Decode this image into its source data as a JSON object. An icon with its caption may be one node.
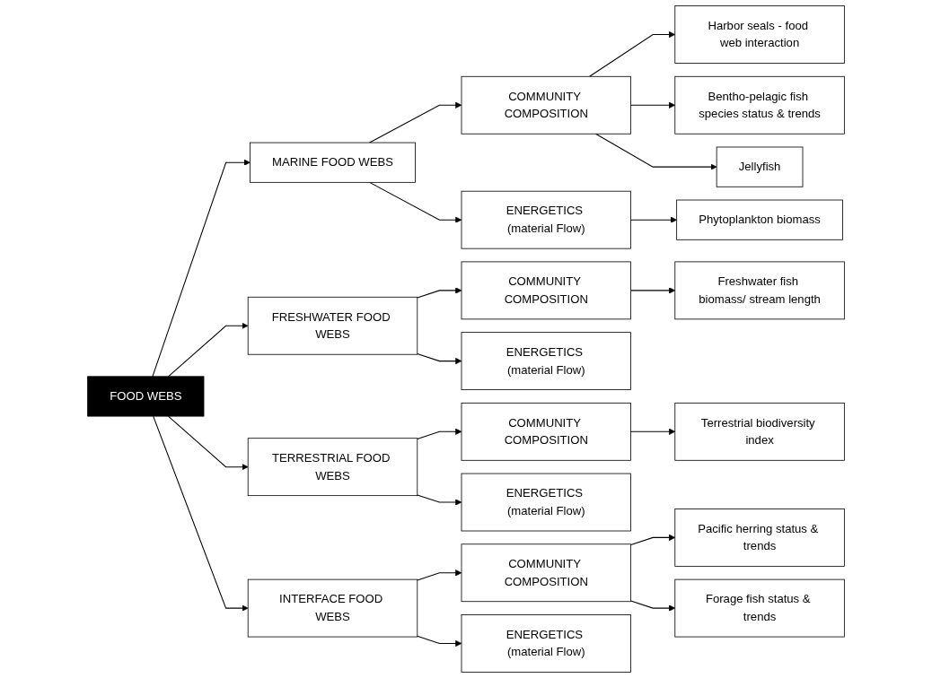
{
  "diagram": {
    "nodes": [
      {
        "text": [
          "FOOD WEBS"
        ]
      },
      {
        "text": [
          "MARINE FOOD WEBS"
        ]
      },
      {
        "text": [
          "FRESHWATER FOOD WEBS"
        ]
      },
      {
        "text": [
          "TERRESTRIAL FOOD WEBS"
        ]
      },
      {
        "text": [
          "INTERFACE FOOD WEBS"
        ]
      },
      {
        "text": [
          "COMMUNITY COMPOSITION"
        ]
      },
      {
        "text": [
          "ENERGETICS (material Flow)"
        ]
      },
      {
        "text": [
          "COMMUNITY COMPOSITION"
        ]
      },
      {
        "text": [
          "ENERGETICS (material Flow)"
        ]
      },
      {
        "text": [
          "COMMUNITY COMPOSITION"
        ]
      },
      {
        "text": [
          "ENERGETICS (material Flow)"
        ]
      },
      {
        "text": [
          "COMMUNITY COMPOSITION"
        ]
      },
      {
        "text": [
          "ENERGETICS (material Flow)"
        ]
      },
      {
        "text": [
          "Harbor seals - food web interaction"
        ]
      },
      {
        "text": [
          "Bentho-pelagic fish species status & trends"
        ]
      },
      {
        "text": [
          "Jellyfish"
        ]
      },
      {
        "text": [
          "Phytoplankton biomass"
        ]
      },
      {
        "text": [
          "Freshwater fish biomass/ stream length"
        ]
      },
      {
        "text": [
          "Terrestrial biodiversity index"
        ]
      },
      {
        "text": [
          "Pacific herring status & trends"
        ]
      },
      {
        "text": [
          "Forage fish status & trends"
        ]
      }
    ],
    "edges": [
      {
        "from": 0,
        "to": 1,
        "arrow": "to"
      },
      {
        "from": 0,
        "to": 2,
        "arrow": "to"
      },
      {
        "from": 0,
        "to": 3,
        "arrow": "to"
      },
      {
        "from": 0,
        "to": 4,
        "arrow": "to"
      },
      {
        "from": 1,
        "to": 5,
        "arrow": "to"
      },
      {
        "from": 1,
        "to": 6,
        "arrow": "to"
      },
      {
        "from": 2,
        "to": 7,
        "arrow": "to"
      },
      {
        "from": 2,
        "to": 8,
        "arrow": "to"
      },
      {
        "from": 3,
        "to": 9,
        "arrow": "to"
      },
      {
        "from": 3,
        "to": 10,
        "arrow": "to"
      },
      {
        "from": 4,
        "to": 11,
        "arrow": "to"
      },
      {
        "from": 4,
        "to": 12,
        "arrow": "to"
      },
      {
        "from": 5,
        "to": 13,
        "arrow": "to"
      },
      {
        "from": 5,
        "to": 14,
        "arrow": "to"
      },
      {
        "from": 5,
        "to": 15,
        "arrow": "to"
      },
      {
        "from": 6,
        "to": 16,
        "arrow": "to"
      },
      {
        "from": 7,
        "to": 17,
        "arrow": "to"
      },
      {
        "from": 9,
        "to": 18,
        "arrow": "to"
      },
      {
        "from": 11,
        "to": 19,
        "arrow": "to"
      },
      {
        "from": 11,
        "to": 20,
        "arrow": "to"
      }
    ]
  }
}
